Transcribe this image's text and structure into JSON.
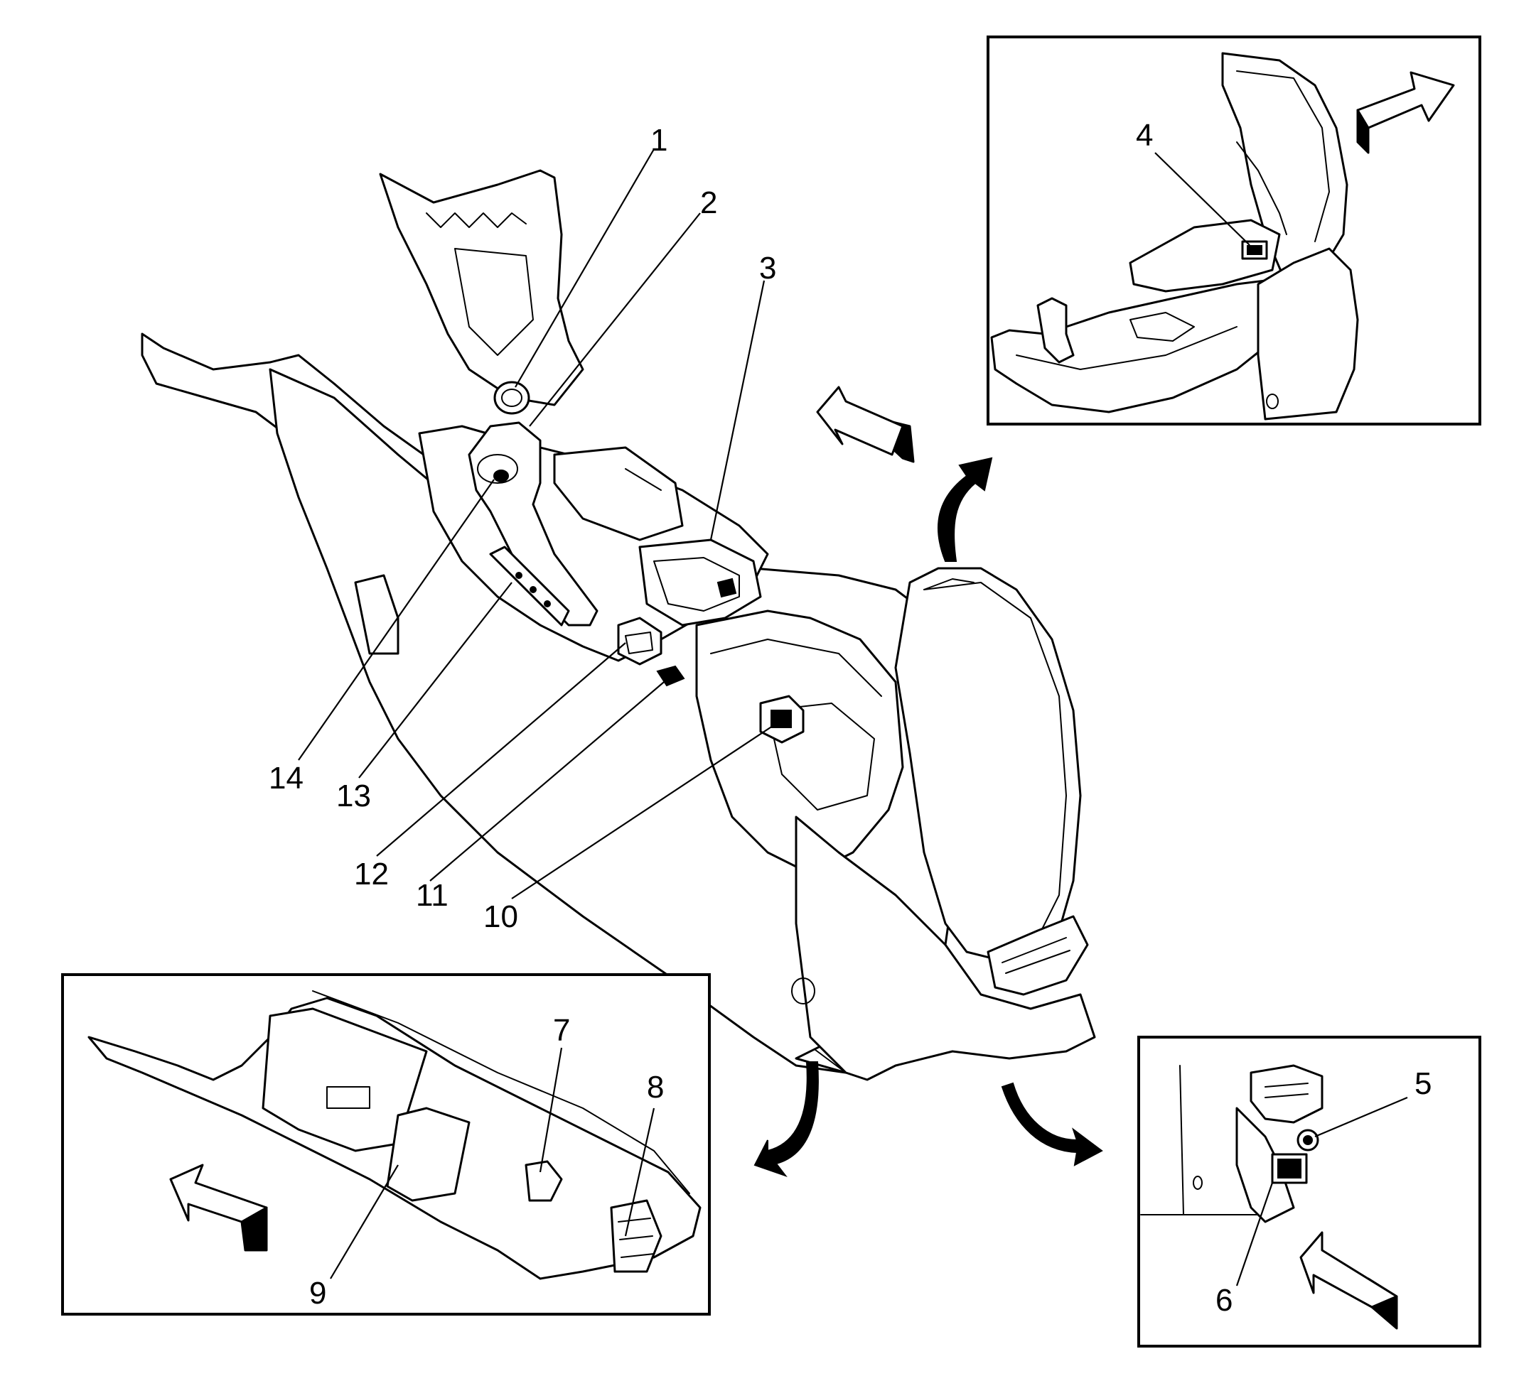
{
  "diagram": {
    "callouts": [
      {
        "id": "c1",
        "label": "1"
      },
      {
        "id": "c2",
        "label": "2"
      },
      {
        "id": "c3",
        "label": "3"
      },
      {
        "id": "c4",
        "label": "4"
      },
      {
        "id": "c5",
        "label": "5"
      },
      {
        "id": "c6",
        "label": "6"
      },
      {
        "id": "c7",
        "label": "7"
      },
      {
        "id": "c8",
        "label": "8"
      },
      {
        "id": "c9",
        "label": "9"
      },
      {
        "id": "c10",
        "label": "10"
      },
      {
        "id": "c11",
        "label": "11"
      },
      {
        "id": "c12",
        "label": "12"
      },
      {
        "id": "c13",
        "label": "13"
      },
      {
        "id": "c14",
        "label": "14"
      }
    ],
    "views": [
      "main-console",
      "detail-armrest-open",
      "detail-rear-console",
      "detail-console-underside"
    ],
    "colors": {
      "line": "#000000",
      "background": "#ffffff"
    }
  }
}
